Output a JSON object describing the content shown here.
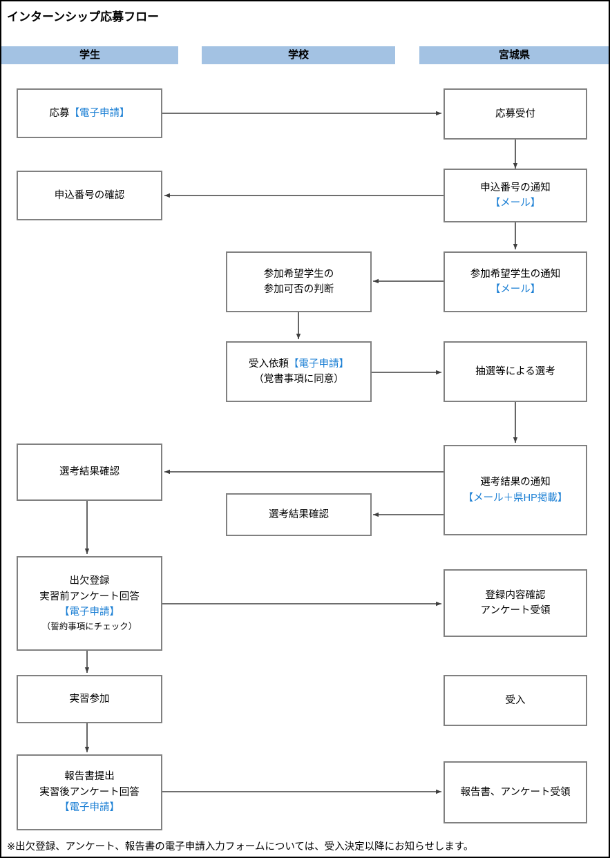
{
  "title": "インターンシップ応募フロー",
  "lanes": [
    {
      "id": "student",
      "label": "学生"
    },
    {
      "id": "school",
      "label": "学校"
    },
    {
      "id": "prefecture",
      "label": "宮城県"
    }
  ],
  "nodes": {
    "apply": {
      "line1": "応募",
      "line1_blue": "【電子申請】"
    },
    "apply_receipt": {
      "line1": "応募受付"
    },
    "check_number": {
      "line1": "申込番号の確認"
    },
    "notify_number": {
      "line1": "申込番号の通知",
      "line2_blue": "【メール】"
    },
    "school_judge": {
      "line1": "参加希望学生の",
      "line2": "参加可否の判断"
    },
    "notify_students": {
      "line1": "参加希望学生の通知",
      "line2_blue": "【メール】"
    },
    "accept_request": {
      "line1": "受入依頼",
      "line1_blue": "【電子申請】",
      "line2": "（覚書事項に同意）"
    },
    "lottery": {
      "line1": "抽選等による選考"
    },
    "student_result": {
      "line1": "選考結果確認"
    },
    "school_result": {
      "line1": "選考結果確認"
    },
    "notify_result": {
      "line1": "選考結果の通知",
      "line2_blue": "【メール＋県HP掲載】"
    },
    "attendance": {
      "line1": "出欠登録",
      "line2": "実習前アンケート回答",
      "line3_blue": "【電子申請】",
      "line4": "（誓約事項にチェック）"
    },
    "confirm_registration": {
      "line1": "登録内容確認",
      "line2": "アンケート受領"
    },
    "join_training": {
      "line1": "実習参加"
    },
    "accept": {
      "line1": "受入"
    },
    "submit_report": {
      "line1": "報告書提出",
      "line2": "実習後アンケート回答",
      "line3_blue": "【電子申請】"
    },
    "receive_report": {
      "line1": "報告書、アンケート受領"
    }
  },
  "note": "※出欠登録、アンケート、報告書の電子申請入力フォームについては、受入決定以降にお知らせします。",
  "colors": {
    "lane_header_bg": "#a3c2e3",
    "node_border": "#808080",
    "edge": "#3f3f3f",
    "accent_blue": "#1b7fd4",
    "page_border": "#000000"
  }
}
